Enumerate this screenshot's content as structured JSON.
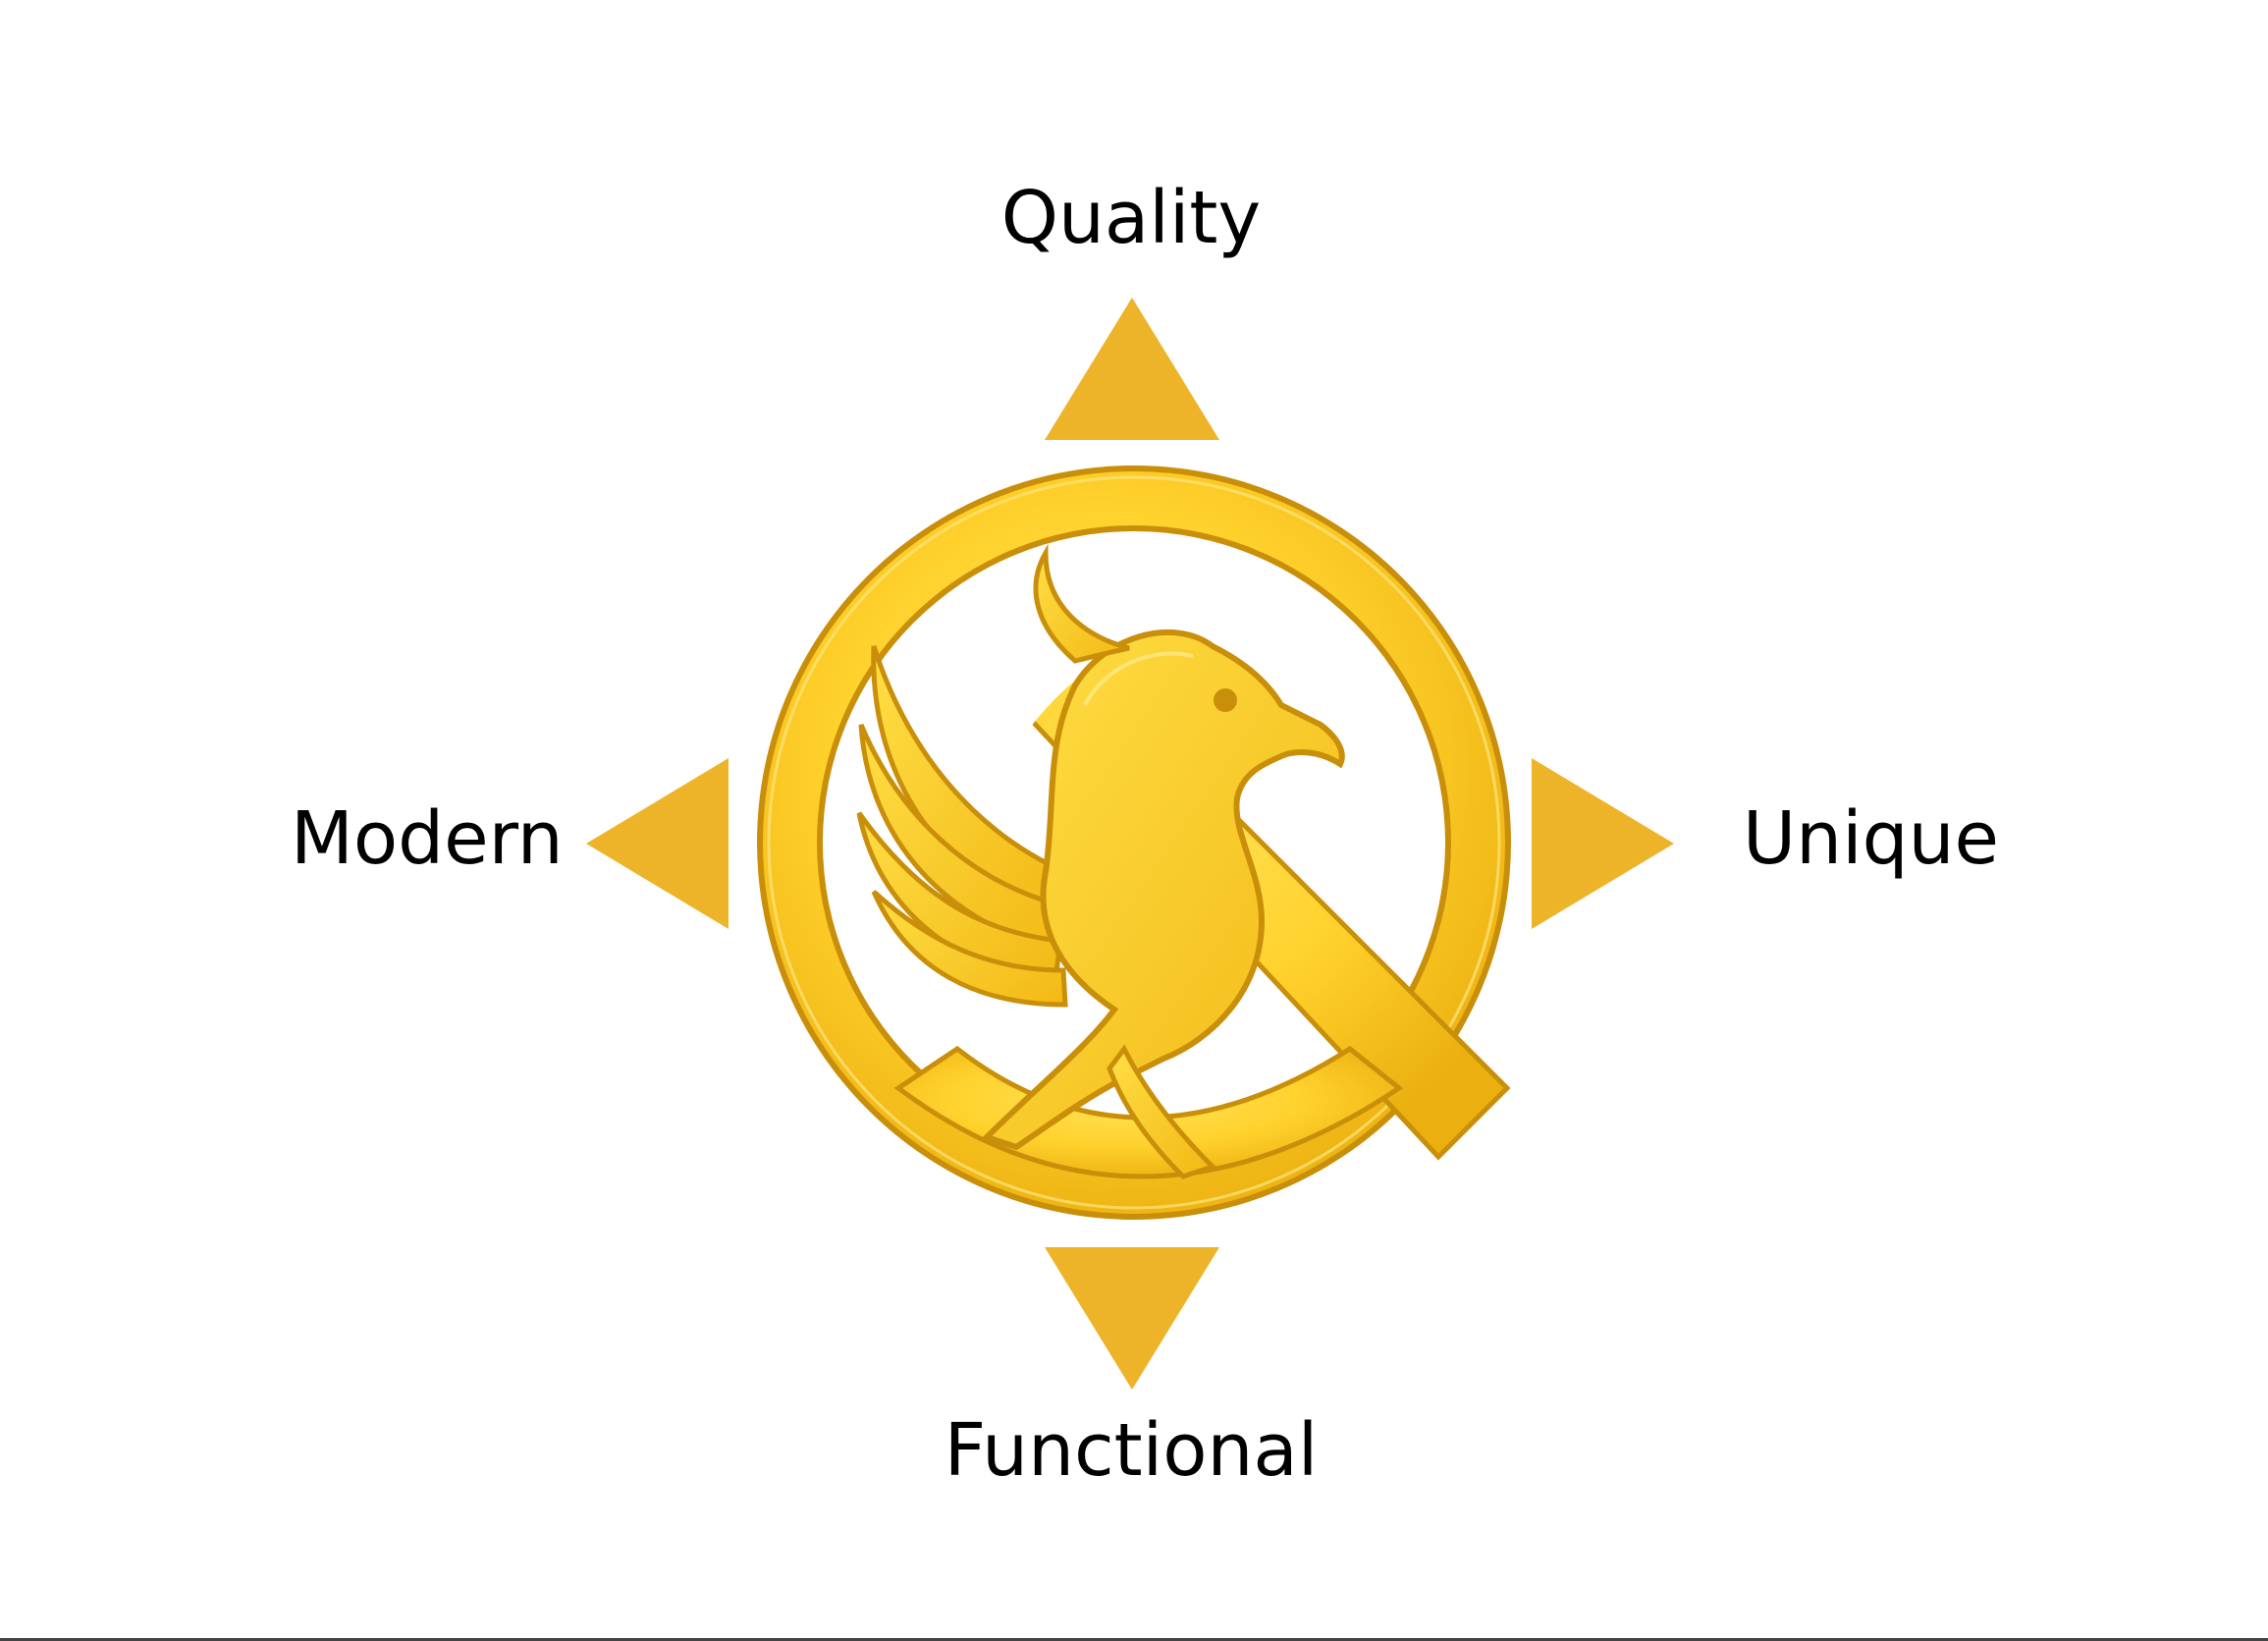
{
  "labels": {
    "top": "Quality",
    "bottom": "Functional",
    "left": "Modern",
    "right": "Unique"
  },
  "emblem": {
    "icon": "phoenix-bird-icon"
  },
  "colors": {
    "arrow": "#EDB42A",
    "emblem_light": "#FFD93A",
    "emblem_mid": "#F5C018",
    "emblem_dark": "#C98F0A",
    "text": "#000000"
  }
}
